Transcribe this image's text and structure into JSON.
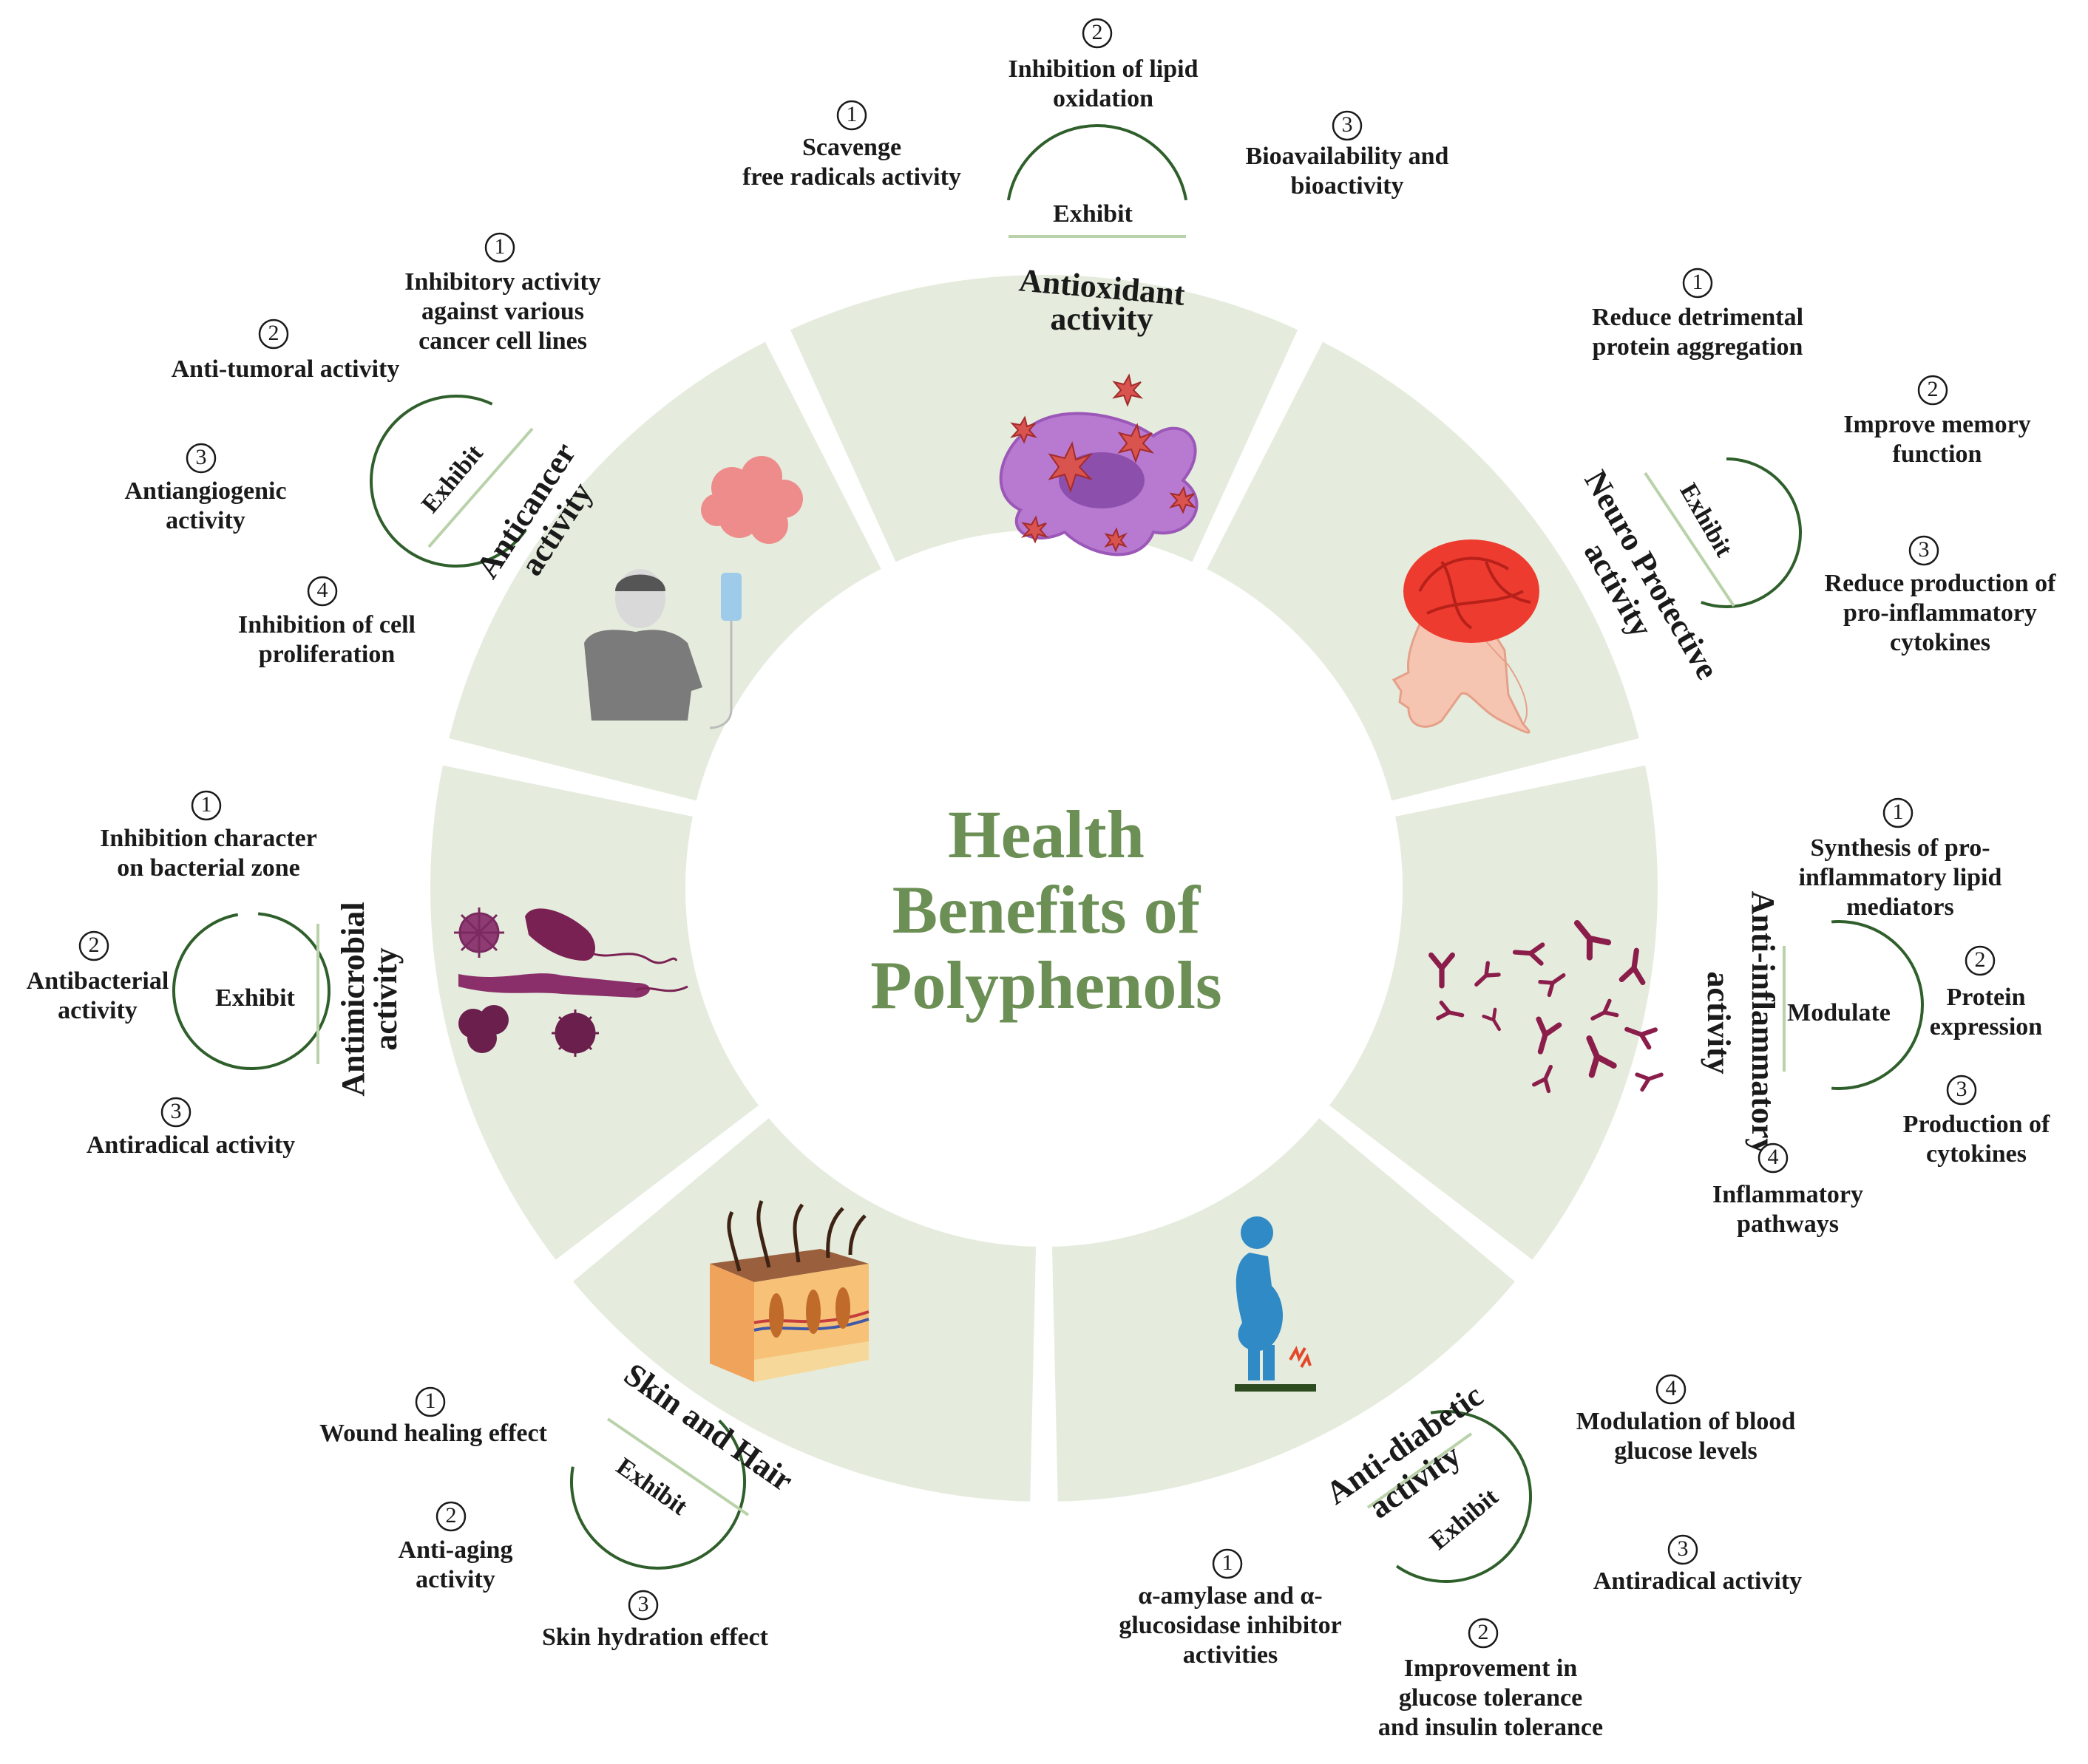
{
  "title": [
    "Health",
    "Benefits of",
    "Polyphenols"
  ],
  "colors": {
    "sector": "#e5ecdd",
    "title": "#6b8f54",
    "arc": "#2f5f2b",
    "chord": "#b9d2aa",
    "text": "#1a1a1a"
  },
  "categories": [
    {
      "id": "antioxidant",
      "title": [
        "Antioxidant",
        "activity"
      ],
      "verb": "Exhibit",
      "icon": "purple-cell-with-oxygen-radicals-icon",
      "points": [
        {
          "num": "1",
          "text": [
            "Scavenge",
            "free radicals activity"
          ]
        },
        {
          "num": "2",
          "text": [
            "Inhibition of lipid",
            "oxidation"
          ]
        },
        {
          "num": "3",
          "text": [
            "Bioavailability and",
            "bioactivity"
          ]
        }
      ]
    },
    {
      "id": "neuroprotective",
      "title": [
        "Neuro Protective",
        "activity"
      ],
      "verb": "Exhibit",
      "icon": "human-brain-profile-icon",
      "points": [
        {
          "num": "1",
          "text": [
            "Reduce detrimental",
            "protein aggregation"
          ]
        },
        {
          "num": "2",
          "text": [
            "Improve memory",
            "function"
          ]
        },
        {
          "num": "3",
          "text": [
            "Reduce production of",
            "pro-inflammatory",
            "cytokines"
          ]
        }
      ]
    },
    {
      "id": "antiinflammatory",
      "title": [
        "Anti-inflammatory",
        "activity"
      ],
      "verb": "Modulate",
      "icon": "antibodies-icon",
      "points": [
        {
          "num": "1",
          "text": [
            "Synthesis of pro-",
            "inflammatory lipid",
            "mediators"
          ]
        },
        {
          "num": "2",
          "text": [
            "Protein",
            "expression"
          ]
        },
        {
          "num": "3",
          "text": [
            "Production of",
            "cytokines"
          ]
        },
        {
          "num": "4",
          "text": [
            "Inflammatory",
            "pathways"
          ]
        }
      ]
    },
    {
      "id": "antidiabetic",
      "title": [
        "Anti-diabetic",
        "activity"
      ],
      "verb": "Exhibit",
      "icon": "obese-person-on-scale-icon",
      "points": [
        {
          "num": "1",
          "text": [
            "α-amylase and α-",
            "glucosidase inhibitor",
            "activities"
          ]
        },
        {
          "num": "2",
          "text": [
            "Improvement in",
            "glucose tolerance",
            "and insulin tolerance"
          ]
        },
        {
          "num": "3",
          "text": [
            "Antiradical activity"
          ]
        },
        {
          "num": "4",
          "text": [
            "Modulation of blood",
            "glucose levels"
          ]
        }
      ]
    },
    {
      "id": "skinhair",
      "title": [
        "Skin and Hair"
      ],
      "verb": "Exhibit",
      "icon": "skin-cross-section-with-hair-icon",
      "points": [
        {
          "num": "1",
          "text": [
            "Wound healing effect"
          ]
        },
        {
          "num": "2",
          "text": [
            "Anti-aging",
            "activity"
          ]
        },
        {
          "num": "3",
          "text": [
            "Skin hydration effect"
          ]
        }
      ]
    },
    {
      "id": "antimicrobial",
      "title": [
        "Antimicrobial",
        "activity"
      ],
      "verb": "Exhibit",
      "icon": "bacteria-and-virus-icon",
      "points": [
        {
          "num": "1",
          "text": [
            "Inhibition character",
            "on bacterial zone"
          ]
        },
        {
          "num": "2",
          "text": [
            "Antibacterial",
            "activity"
          ]
        },
        {
          "num": "3",
          "text": [
            "Antiradical activity"
          ]
        }
      ]
    },
    {
      "id": "anticancer",
      "title": [
        "Anticancer",
        "activity"
      ],
      "verb": "Exhibit",
      "icon": "cancer-patient-with-iv-drip-icon",
      "points": [
        {
          "num": "1",
          "text": [
            "Inhibitory activity",
            "against various",
            "cancer cell lines"
          ]
        },
        {
          "num": "2",
          "text": [
            "Anti-tumoral activity"
          ]
        },
        {
          "num": "3",
          "text": [
            "Antiangiogenic",
            "activity"
          ]
        },
        {
          "num": "4",
          "text": [
            "Inhibition of cell",
            "proliferation"
          ]
        }
      ]
    }
  ]
}
